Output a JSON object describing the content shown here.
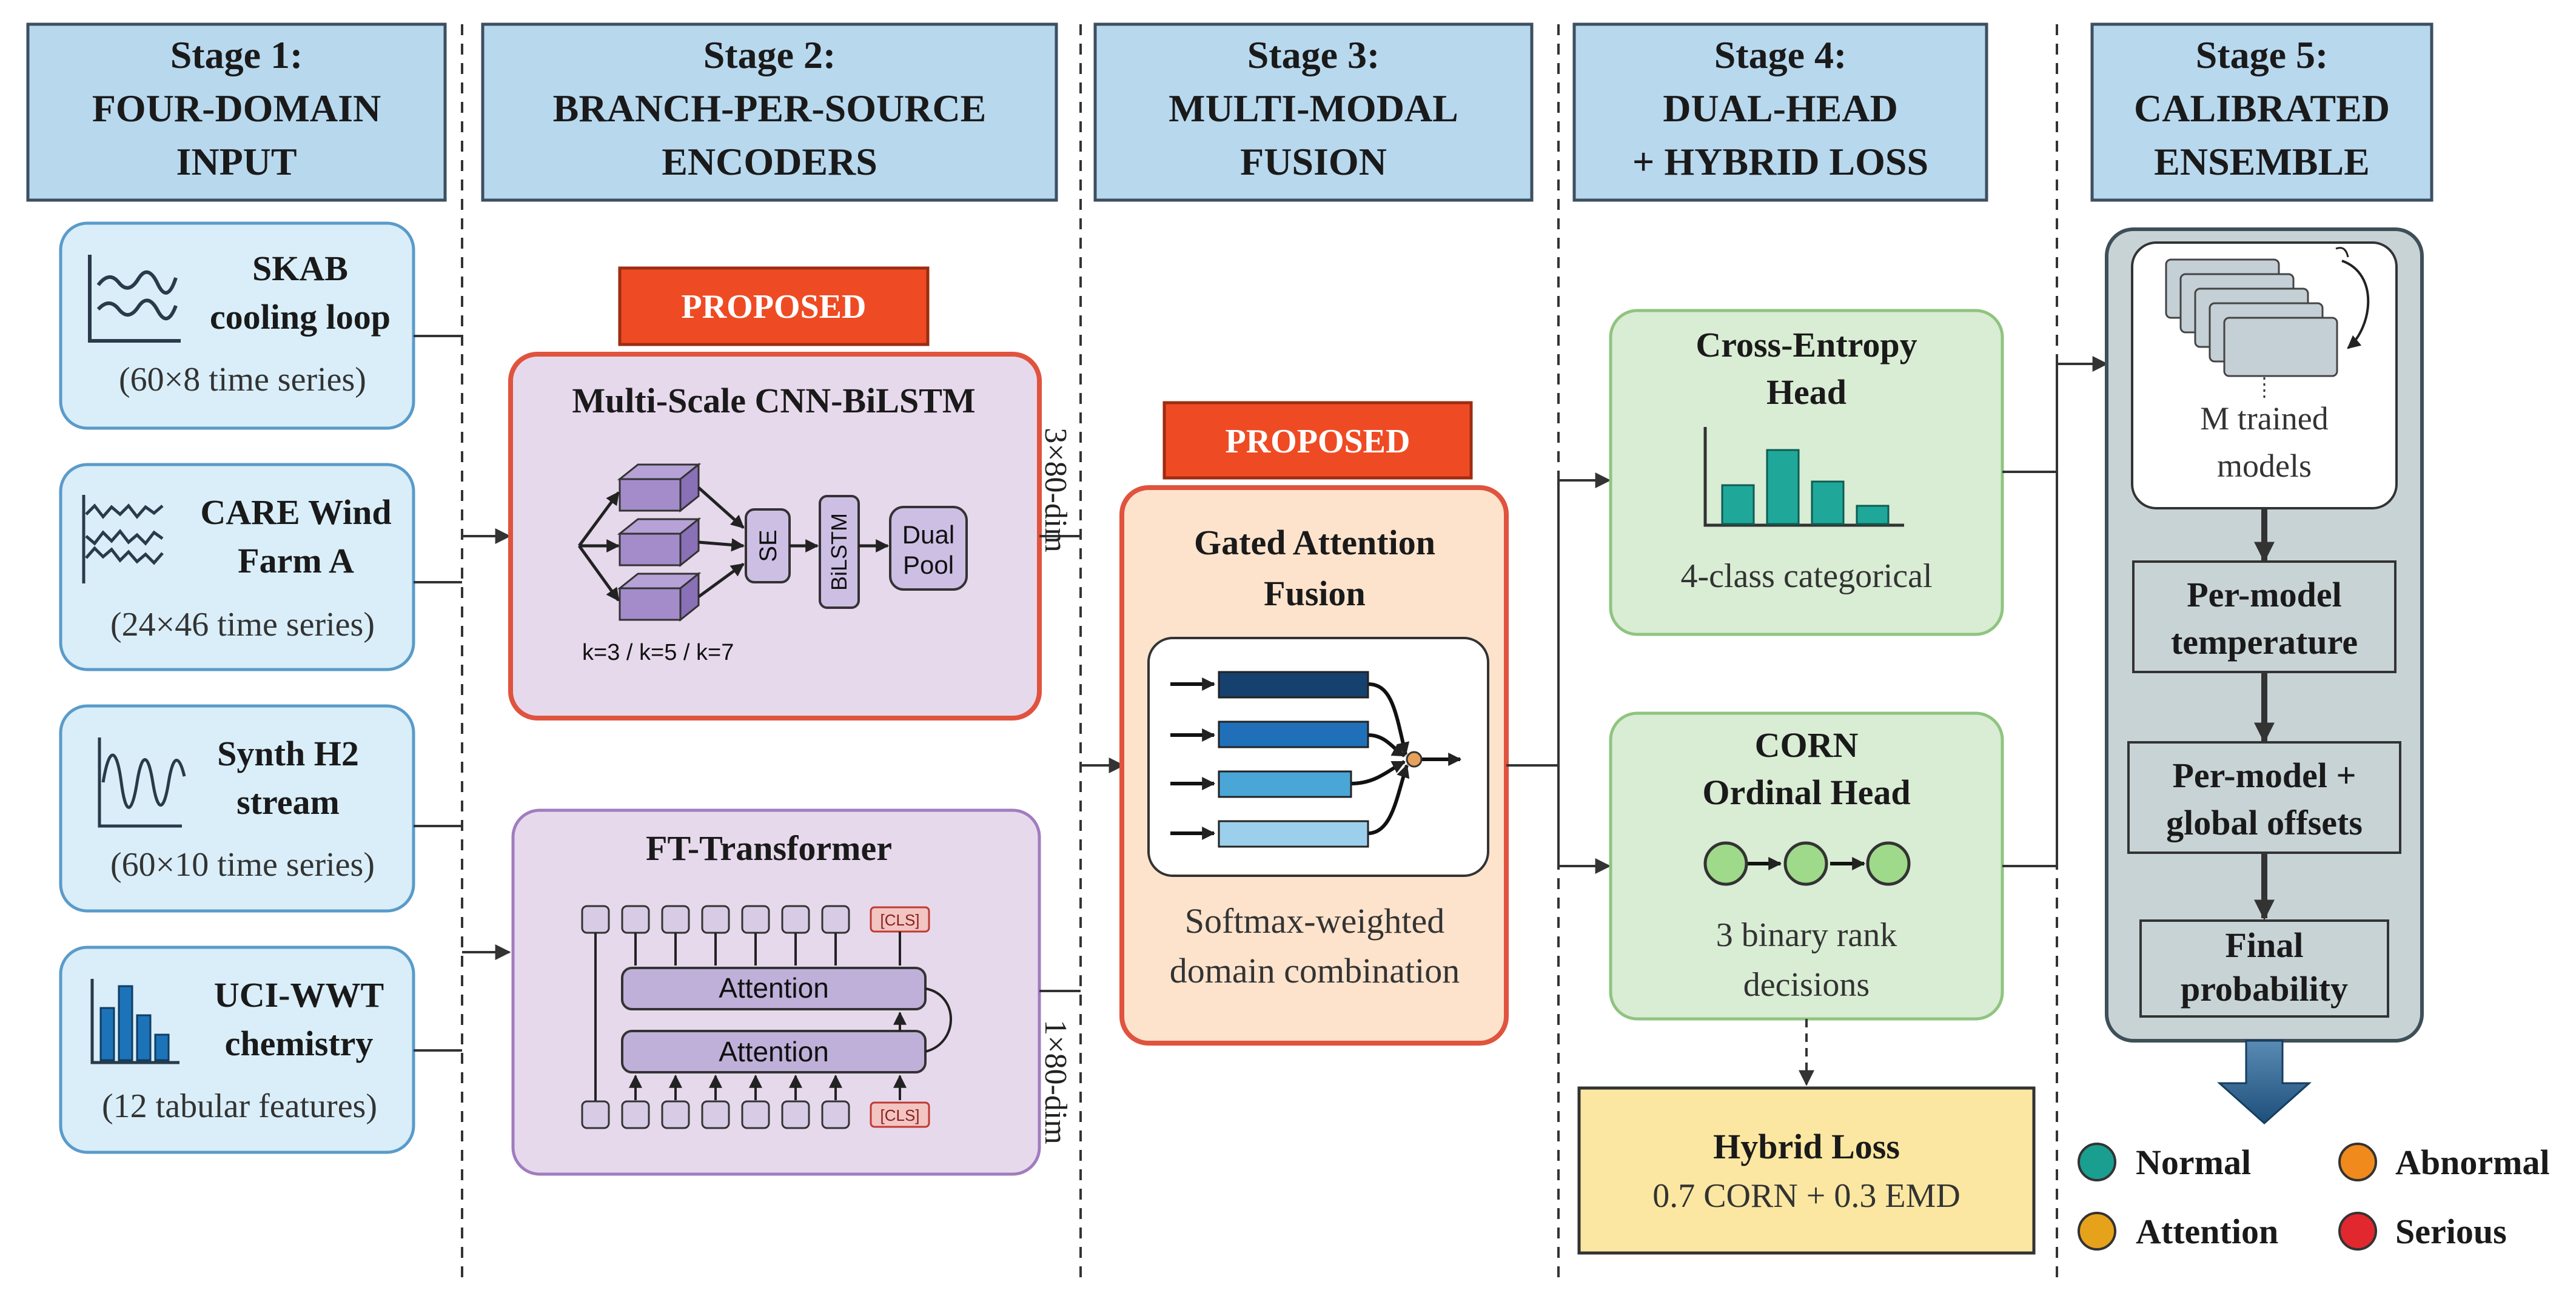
{
  "stages": [
    {
      "title": "Stage 1:",
      "line1": "FOUR-DOMAIN",
      "line2": "INPUT"
    },
    {
      "title": "Stage 2:",
      "line1": "BRANCH-PER-SOURCE",
      "line2": "ENCODERS"
    },
    {
      "title": "Stage 3:",
      "line1": "MULTI-MODAL",
      "line2": "FUSION"
    },
    {
      "title": "Stage 4:",
      "line1": "DUAL-HEAD",
      "line2": "+ HYBRID LOSS"
    },
    {
      "title": "Stage 5:",
      "line1": "CALIBRATED",
      "line2": "ENSEMBLE"
    }
  ],
  "inputs": [
    {
      "line1": "SKAB",
      "line2": "cooling loop",
      "detail": "(60×8 time series)",
      "icon": "line-chart-icon"
    },
    {
      "line1": "CARE Wind",
      "line2": "Farm A",
      "detail": "(24×46 time series)",
      "icon": "multi-signal-icon"
    },
    {
      "line1": "Synth H2",
      "line2": "stream",
      "detail": "(60×10 time series)",
      "icon": "waveform-icon"
    },
    {
      "line1": "UCI-WWT",
      "line2": "chemistry",
      "detail": "(12 tabular features)",
      "icon": "bar-chart-icon"
    }
  ],
  "encoders": {
    "proposed_badge": "PROPOSED",
    "cnn": {
      "title": "Multi-Scale CNN-BiLSTM",
      "se": "SE",
      "bilstm": "BiLSTM",
      "pool_line1": "Dual",
      "pool_line2": "Pool",
      "kernels": "k=3 / k=5 / k=7",
      "dim": "3×80-dim"
    },
    "ft": {
      "title": "FT-Transformer",
      "attention1": "Attention",
      "attention2": "Attention",
      "cls": "[CLS]",
      "dim": "1×80-dim"
    }
  },
  "fusion": {
    "proposed_badge": "PROPOSED",
    "title_line1": "Gated Attention",
    "title_line2": "Fusion",
    "desc_line1": "Softmax-weighted",
    "desc_line2": "domain combination",
    "bar_colors": [
      "#16406e",
      "#1f70b8",
      "#4aa6d6",
      "#9ccfec"
    ]
  },
  "heads": {
    "ce": {
      "title_line1": "Cross-Entropy",
      "title_line2": "Head",
      "desc": "4-class categorical",
      "bar_color": "#1fa89a"
    },
    "corn": {
      "title_line1": "CORN",
      "title_line2": "Ordinal Head",
      "desc_line1": "3 binary rank",
      "desc_line2": "decisions",
      "node_color": "#9fd98a"
    },
    "loss": {
      "title": "Hybrid Loss",
      "formula": "0.7 CORN + 0.3 EMD"
    }
  },
  "ensemble": {
    "models_line1": "M trained",
    "models_line2": "models",
    "step1_line1": "Per-model",
    "step1_line2": "temperature",
    "step2_line1": "Per-model +",
    "step2_line2": "global offsets",
    "step3_line1": "Final",
    "step3_line2": "probability"
  },
  "legend": [
    {
      "label": "Normal",
      "color": "#1a9e8f"
    },
    {
      "label": "Abnormal",
      "color": "#f08a1c"
    },
    {
      "label": "Attention",
      "color": "#e7a21c"
    },
    {
      "label": "Serious",
      "color": "#e0282e"
    }
  ]
}
